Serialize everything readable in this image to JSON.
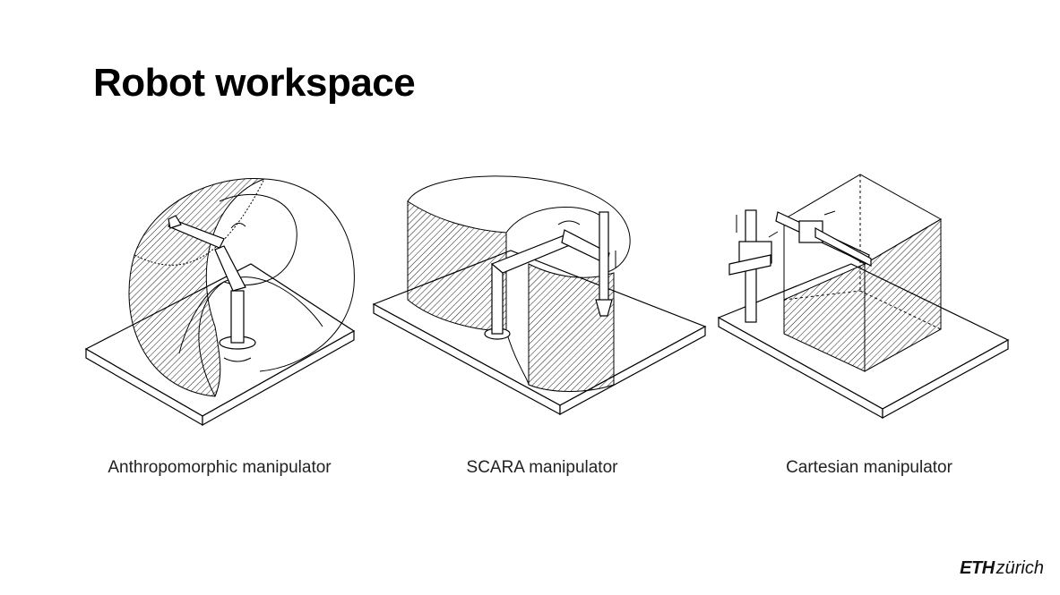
{
  "slide": {
    "title": "Robot workspace"
  },
  "figures": [
    {
      "caption": "Anthropomorphic manipulator"
    },
    {
      "caption": "SCARA manipulator"
    },
    {
      "caption": "Cartesian manipulator"
    }
  ],
  "logo": {
    "primary": "ETH",
    "secondary": "zürich"
  },
  "colors": {
    "ink": "#000000",
    "background": "#ffffff"
  }
}
